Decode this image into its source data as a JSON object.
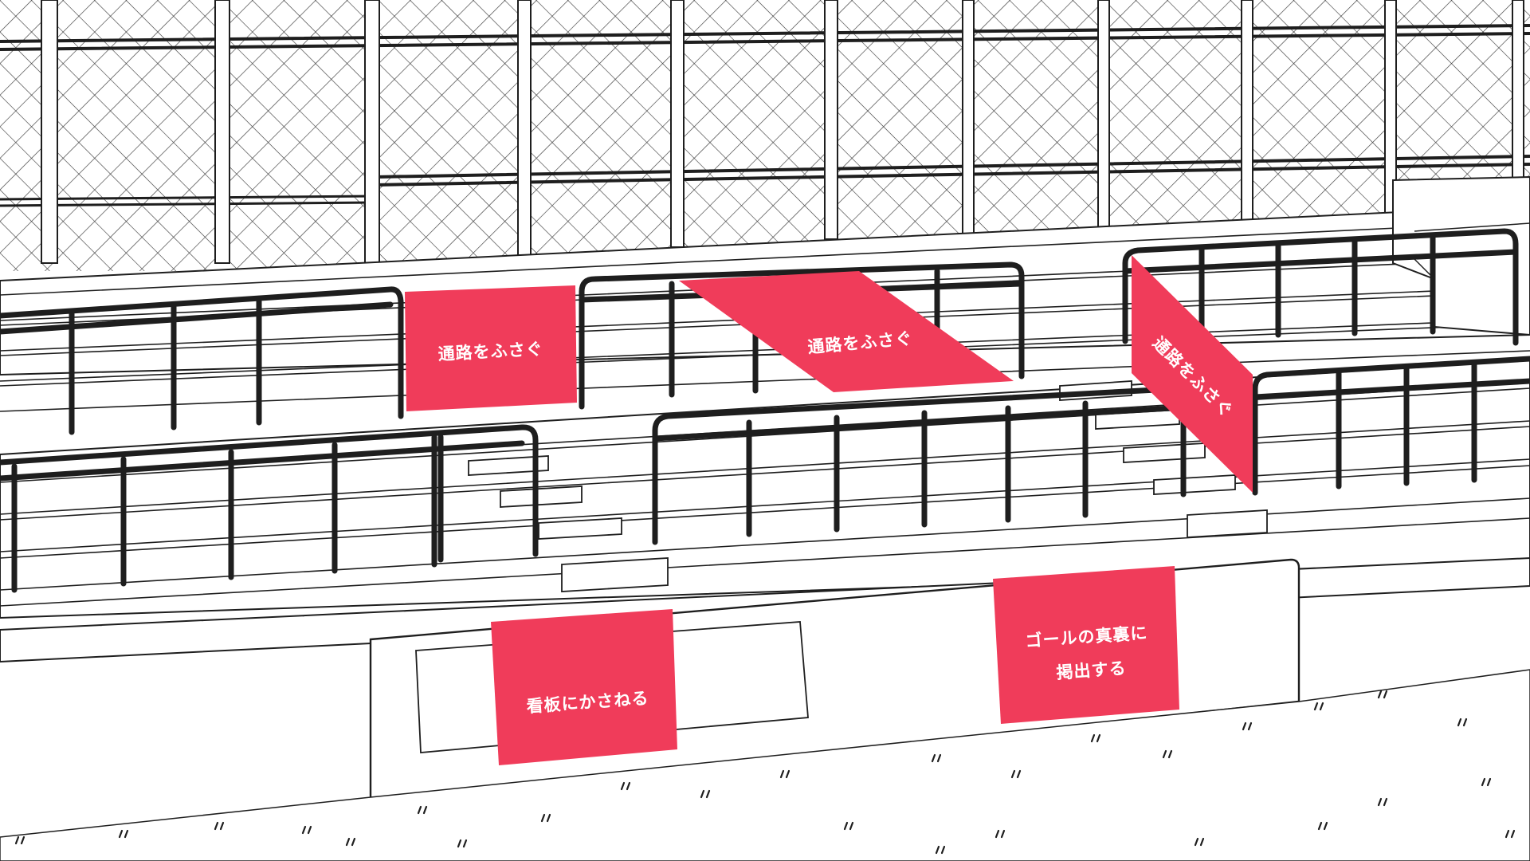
{
  "colors": {
    "banner": "#f03c5a",
    "line": "#1e1e1e",
    "background": "#ffffff",
    "label_text": "#ffffff"
  },
  "banners": [
    {
      "label": "通路をふさぐ"
    },
    {
      "label": "通路をふさぐ"
    },
    {
      "label": "通路をふさぐ"
    },
    {
      "label": "看板にかさねる"
    },
    {
      "label_line1": "ゴールの真裏に",
      "label_line2": "掲出する"
    }
  ]
}
